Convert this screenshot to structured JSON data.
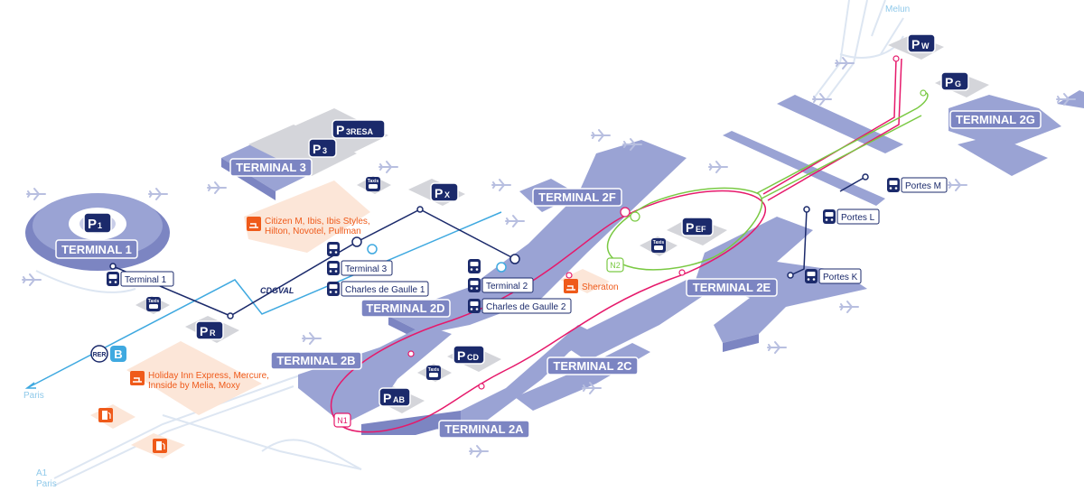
{
  "terminals": {
    "t1": "TERMINAL 1",
    "t3": "TERMINAL 3",
    "t2a": "TERMINAL 2A",
    "t2b": "TERMINAL 2B",
    "t2c": "TERMINAL 2C",
    "t2d": "TERMINAL 2D",
    "t2e": "TERMINAL 2E",
    "t2f": "TERMINAL 2F",
    "t2g": "TERMINAL 2G"
  },
  "parkings": {
    "p1": {
      "letter": "P",
      "sub": "1"
    },
    "p3": {
      "letter": "P",
      "sub": "3"
    },
    "p3resa": {
      "letter": "P",
      "sub": "3RESA"
    },
    "px": {
      "letter": "P",
      "sub": "X"
    },
    "pr": {
      "letter": "P",
      "sub": "R"
    },
    "pef": {
      "letter": "P",
      "sub": "EF"
    },
    "pcd": {
      "letter": "P",
      "sub": "CD"
    },
    "pab": {
      "letter": "P",
      "sub": "AB"
    },
    "pw": {
      "letter": "P",
      "sub": "W"
    },
    "pg": {
      "letter": "P",
      "sub": "G"
    }
  },
  "stations": {
    "terminal1": "Terminal 1",
    "terminal3": "Terminal 3",
    "cdg1": "Charles de Gaulle 1",
    "terminal2": "Terminal 2",
    "cdg2": "Charles de Gaulle 2",
    "portes_k": "Portes K",
    "portes_l": "Portes L",
    "portes_m": "Portes M"
  },
  "hotels": {
    "h1_line1": "Citizen M, Ibis, Ibis Styles,",
    "h1_line2": "Hilton, Novotel, Pullman",
    "h2_line1": "Holiday Inn Express, Mercure,",
    "h2_line2": "Innside by Melia, Moxy",
    "h3": "Sheraton"
  },
  "roads": {
    "paris": "Paris",
    "a1": "A1",
    "a1_paris": "Paris",
    "melun": "Melun",
    "n1": "N1",
    "n2": "N2"
  },
  "transit": {
    "cdgval": "CDGVAL",
    "rer": "RER",
    "rer_line": "B"
  },
  "icon_text": {
    "taxi": "Taxis"
  },
  "colors": {
    "navy": "#1b2a6b",
    "terminal_fill": "#9aa3d4",
    "terminal_dark": "#7c85c2",
    "n1_line": "#e6196b",
    "n2_line": "#7ac943",
    "cdgval_line": "#1b2a6b",
    "rer_line": "#3fa9e0",
    "hotel_orange": "#ef5a1a",
    "hotel_zone": "#fce6d8",
    "parking_grey": "#d4d5da"
  }
}
